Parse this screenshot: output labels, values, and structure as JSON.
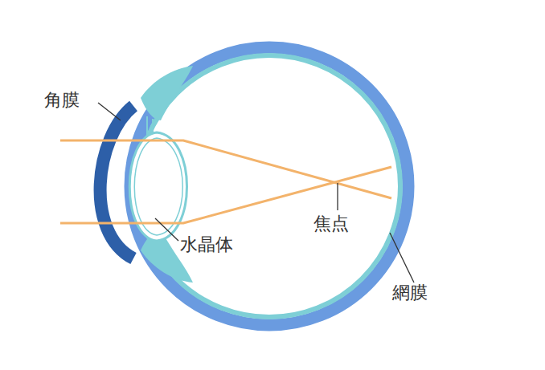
{
  "diagram": {
    "labels": [
      "角膜",
      "水晶体",
      "焦点",
      "網膜"
    ]
  }
}
